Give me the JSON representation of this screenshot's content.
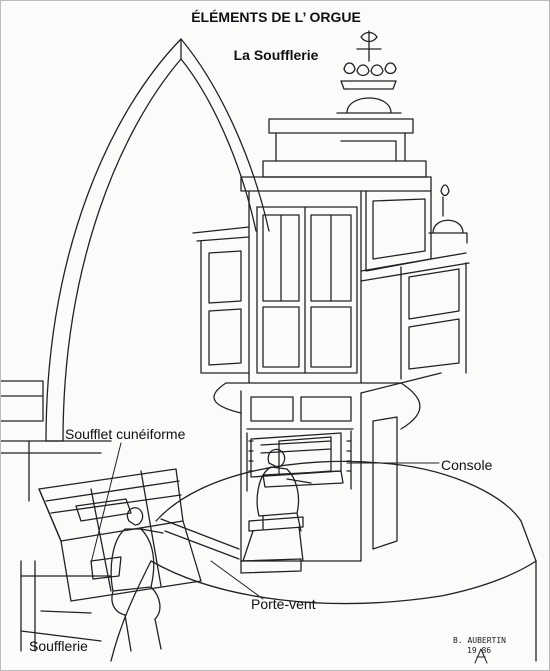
{
  "title": "ÉLÉMENTS DE L’ ORGUE",
  "subtitle": "La Soufflerie",
  "labels": {
    "wedge_bellows": "Soufflet cunéiforme",
    "console": "Console",
    "wind_trunk": "Porte-vent",
    "blower_room": "Soufflerie"
  },
  "signature": {
    "name": "B. AUBERTIN",
    "date": "19 86"
  }
}
